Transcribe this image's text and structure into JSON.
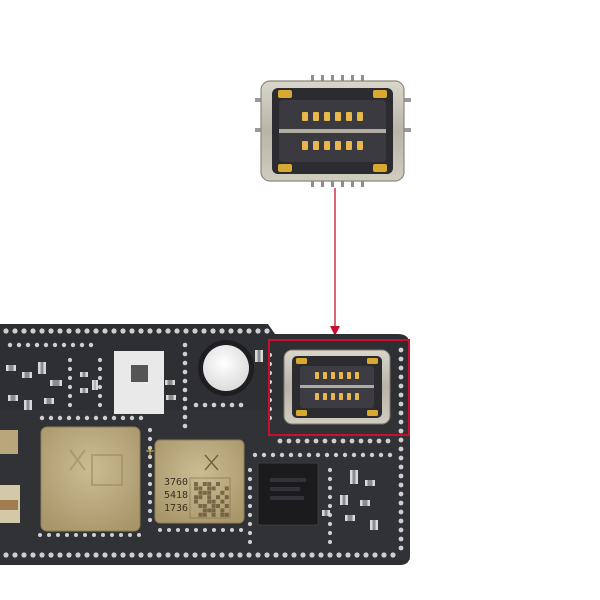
{
  "figure": {
    "chip_label": {
      "lines": [
        "3760",
        "5418",
        "1736"
      ]
    },
    "colors": {
      "callout_red": "#c8102e",
      "board": "#2e2f33",
      "shield_gold": "#b9a67a",
      "connector_gold": "#e0b03c",
      "background": "#ffffff"
    }
  }
}
